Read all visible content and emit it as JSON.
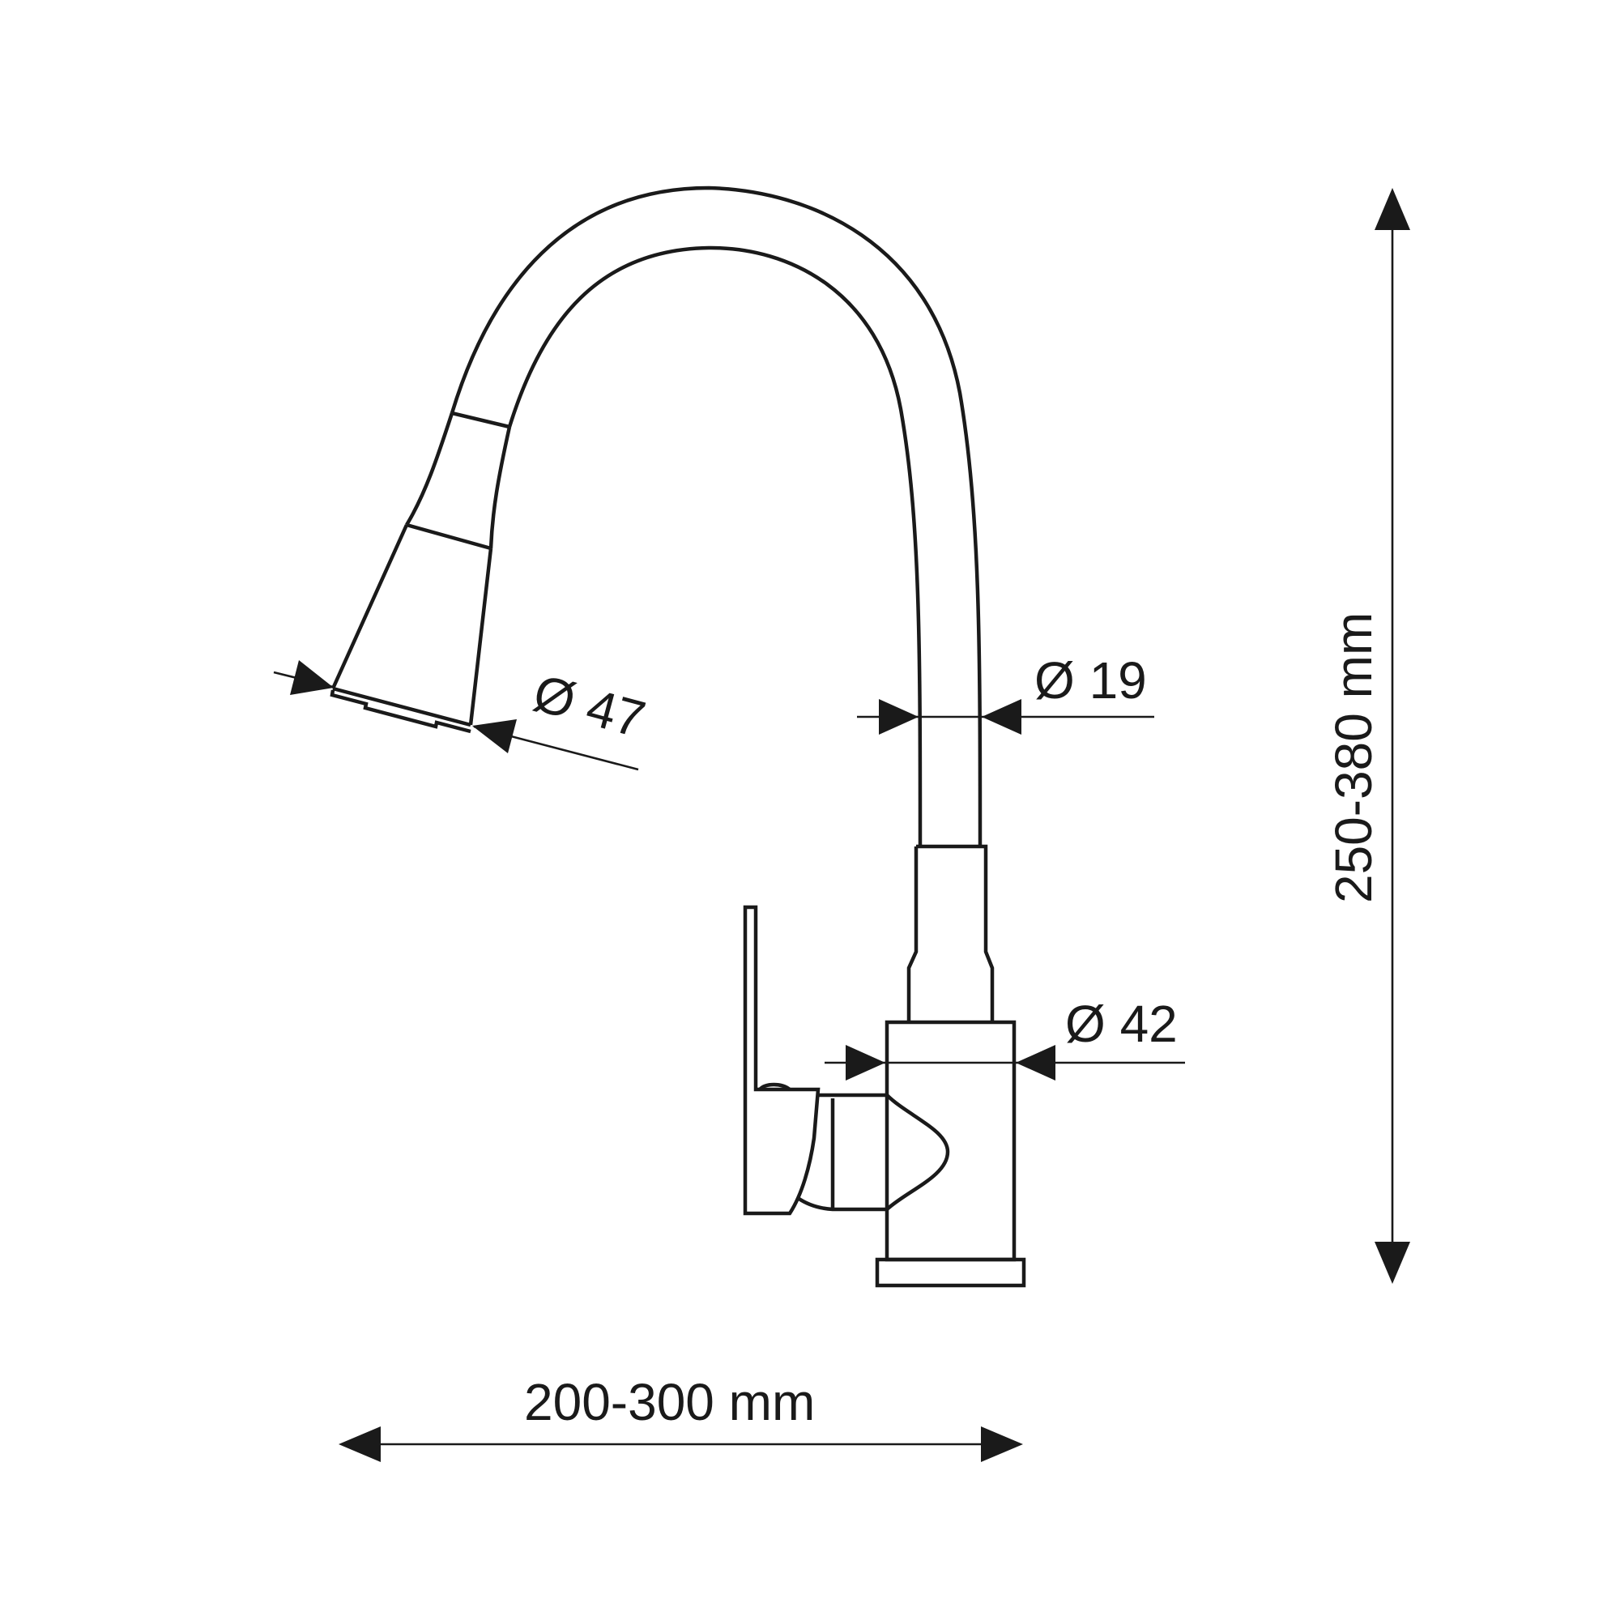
{
  "diagram": {
    "subject": "pull-out kitchen faucet",
    "line_color": "#1a1a1a",
    "background": "#ffffff",
    "labels": {
      "head_diameter": "Ø 47",
      "spout_diameter": "Ø 19",
      "body_diameter": "Ø 42",
      "height": "250-380 mm",
      "reach": "200-300 mm"
    }
  }
}
